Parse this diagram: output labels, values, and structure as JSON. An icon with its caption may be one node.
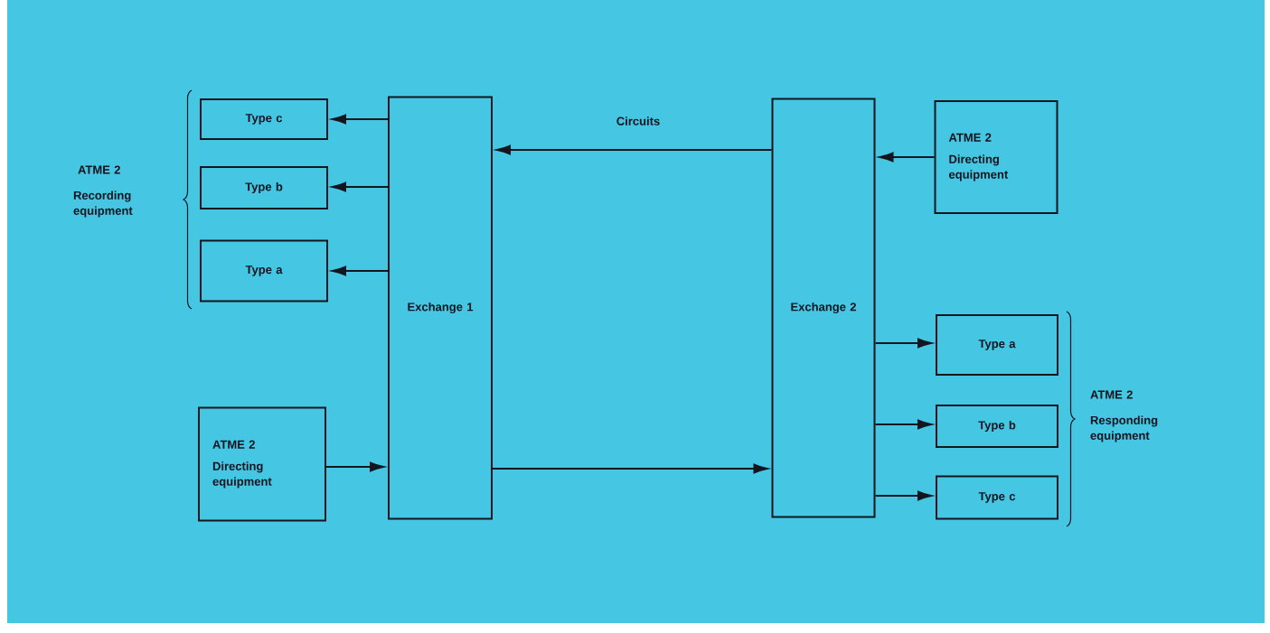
{
  "diagram": {
    "nodes": [
      {
        "text": [
          "Type c"
        ]
      },
      {
        "text": [
          "Type b"
        ]
      },
      {
        "text": [
          "Type a"
        ]
      },
      {
        "text": [
          "ATME 2",
          "Directing equipment"
        ]
      },
      {
        "text": [
          "Exchange 1"
        ]
      },
      {
        "text": [
          "Exchange 2"
        ]
      },
      {
        "text": [
          "ATME 2",
          "Directing equipment"
        ]
      },
      {
        "text": [
          "Type a"
        ]
      },
      {
        "text": [
          "Type b"
        ]
      },
      {
        "text": [
          "Type c"
        ]
      }
    ],
    "edges": [
      {
        "from": 4,
        "to": 0,
        "arrow": "to"
      },
      {
        "from": 4,
        "to": 1,
        "arrow": "to"
      },
      {
        "from": 4,
        "to": 2,
        "arrow": "to"
      },
      {
        "from": 3,
        "to": 4,
        "arrow": "to"
      },
      {
        "from": 5,
        "to": 4,
        "arrow": "to",
        "label": "Circuits"
      },
      {
        "from": 4,
        "to": 5,
        "arrow": "to"
      },
      {
        "from": 6,
        "to": 5,
        "arrow": "to"
      },
      {
        "from": 5,
        "to": 7,
        "arrow": "to"
      },
      {
        "from": 5,
        "to": 8,
        "arrow": "to"
      },
      {
        "from": 5,
        "to": 9,
        "arrow": "to"
      }
    ],
    "labels": [
      "ATME 2",
      "Recording equipment",
      "ATME 2",
      "Responding equipment"
    ]
  }
}
